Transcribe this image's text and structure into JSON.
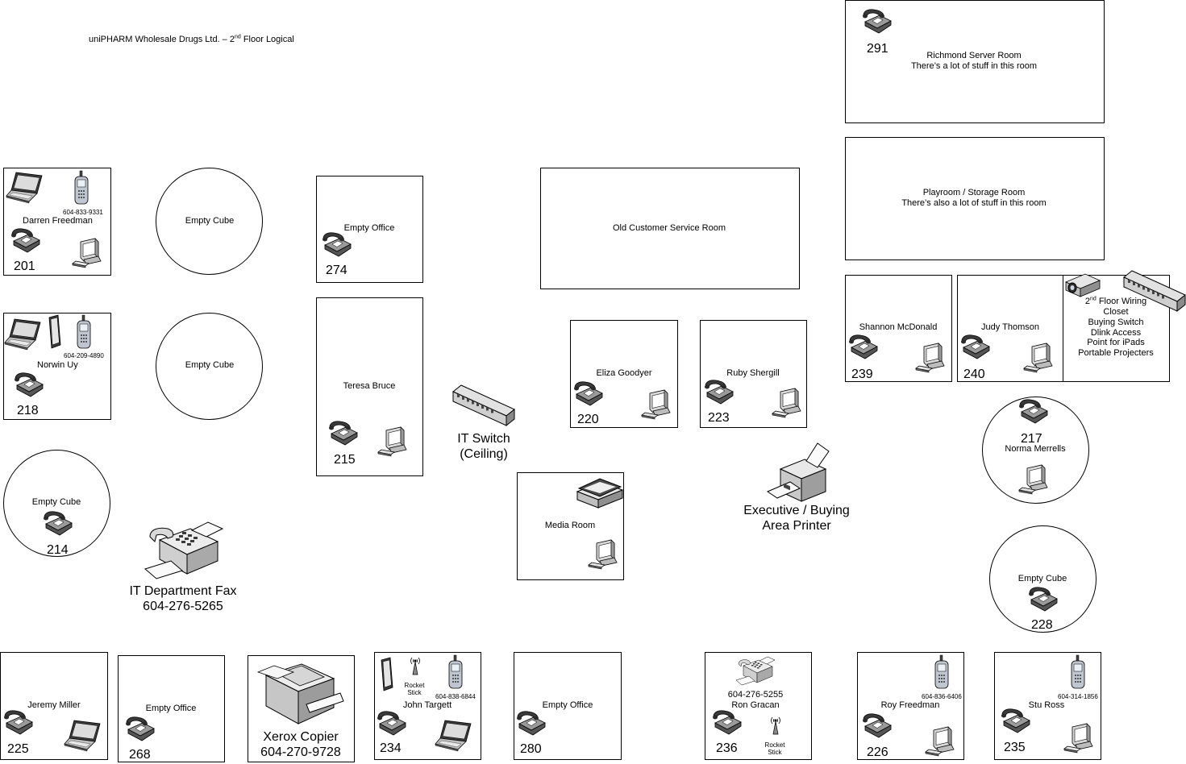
{
  "title": {
    "prefix": "uniPHARM Wholesale Drugs Ltd. – 2",
    "sup": "nd",
    "suffix": " Floor Logical"
  },
  "rooms": {
    "richmond": {
      "line1": "Richmond Server Room",
      "line2": "There’s a lot of stuff in this room",
      "ext": "291"
    },
    "playroom": {
      "line1": "Playroom / Storage Room",
      "line2": "There’s also a lot of stuff in this room"
    },
    "old_cs": {
      "label": "Old Customer Service Room"
    },
    "darren": {
      "name": "Darren Freedman",
      "cell": "604-833-9331",
      "ext": "201"
    },
    "cube_a": {
      "label": "Empty Cube"
    },
    "office_274": {
      "label": "Empty Office",
      "ext": "274"
    },
    "norwin": {
      "name": "Norwin Uy",
      "cell": "604-209-4890",
      "ext": "218"
    },
    "cube_b": {
      "label": "Empty Cube"
    },
    "teresa": {
      "name": "Teresa Bruce",
      "ext": "215"
    },
    "eliza": {
      "name": "Eliza Goodyer",
      "ext": "220"
    },
    "ruby": {
      "name": "Ruby Shergill",
      "ext": "223"
    },
    "shannon": {
      "name": "Shannon McDonald",
      "ext": "239"
    },
    "judy": {
      "name": "Judy Thomson",
      "ext": "240"
    },
    "wiring": {
      "sup": "nd",
      "line1_prefix": "2",
      "line1_suffix": " Floor Wiring",
      "line2": "Closet",
      "line3": "Buying Switch",
      "line4": "Dlink Access",
      "line5": "Point for iPads",
      "line6": "Portable Projecters"
    },
    "norma": {
      "name": "Norma Merrells",
      "ext": "217"
    },
    "cube_214": {
      "label": "Empty Cube",
      "ext": "214"
    },
    "cube_228": {
      "label": "Empty Cube",
      "ext": "228"
    },
    "media": {
      "label": "Media Room"
    },
    "jeremy": {
      "name": "Jeremy Miller",
      "ext": "225"
    },
    "office_268": {
      "label": "Empty Office",
      "ext": "268"
    },
    "john": {
      "name": "John Targett",
      "cell": "604-838-6844",
      "stick": "Rocket Stick",
      "ext": "234"
    },
    "office_280": {
      "label": "Empty Office",
      "ext": "280"
    },
    "ron": {
      "name": "Ron Gracan",
      "fax": "604-276-5255",
      "stick": "Rocket Stick",
      "ext": "236"
    },
    "roy": {
      "name": "Roy Freedman",
      "cell": "604-836-6406",
      "ext": "226"
    },
    "stu": {
      "name": "Stu Ross",
      "cell": "604-314-1856",
      "ext": "235"
    }
  },
  "devices": {
    "it_switch": {
      "line1": "IT Switch",
      "line2": "(Ceiling)"
    },
    "it_fax": {
      "line1": "IT Department Fax",
      "line2": "604-276-5265"
    },
    "printer": {
      "line1": "Executive / Buying",
      "line2": "Area Printer"
    },
    "copier": {
      "line1": "Xerox Copier",
      "line2": "604-270-9728"
    }
  },
  "icons": [
    "phone-icon",
    "computer-icon",
    "laptop-icon",
    "cell-phone-icon",
    "tablet-icon",
    "fax-icon",
    "switch-icon",
    "projector-icon",
    "printer-icon",
    "copier-icon",
    "scanner-icon",
    "antenna-icon"
  ],
  "colors": {
    "line": "#000000",
    "icon_light": "#e4e4e4",
    "icon_dark": "#3a3a3a",
    "icon_mid": "#9a9a9a"
  }
}
